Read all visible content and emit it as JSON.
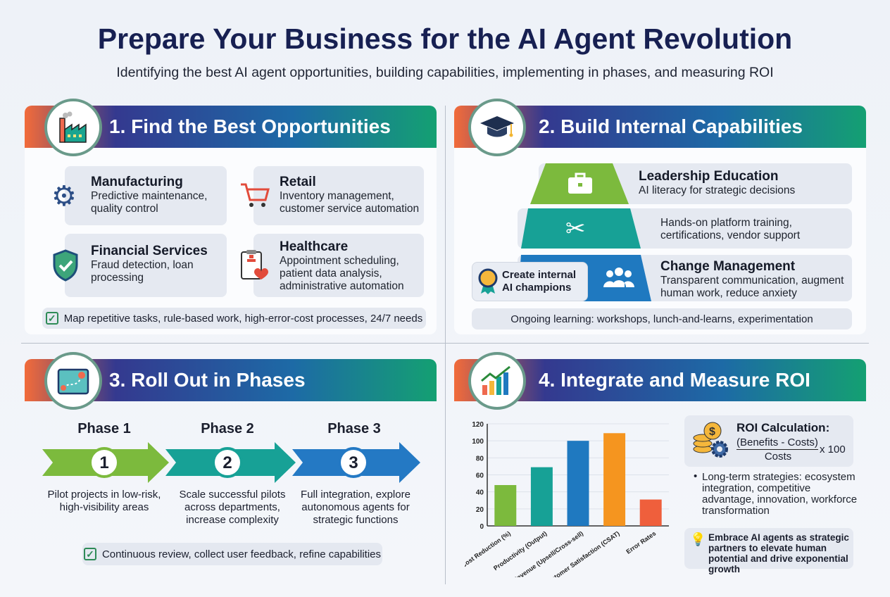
{
  "title": "Prepare Your Business for the AI Agent Revolution",
  "subtitle": "Identifying the best AI agent opportunities, building capabilities, implementing in phases, and measuring ROI",
  "s1": {
    "title": "1. Find the Best Opportunities",
    "icon": "factory-icon",
    "cards": [
      {
        "title": "Manufacturing",
        "desc": "Predictive maintenance, quality control",
        "icon": "gear-icon"
      },
      {
        "title": "Retail",
        "desc": "Inventory management, customer service automation",
        "icon": "shopping-cart-icon"
      },
      {
        "title": "Financial Services",
        "desc": "Fraud detection, loan processing",
        "icon": "shield-check-icon"
      },
      {
        "title": "Healthcare",
        "desc": "Appointment scheduling, patient data analysis, administrative automation",
        "icon": "clipboard-heart-icon"
      }
    ],
    "footer": "Map repetitive tasks, rule-based work, high-error-cost processes, 24/7 needs"
  },
  "s2": {
    "title": "2. Build Internal Capabilities",
    "icon": "graduation-cap-icon",
    "tiers": [
      {
        "title": "Leadership Education",
        "desc": "AI literacy for strategic decisions",
        "color": "#7cba3d"
      },
      {
        "title": "",
        "desc": "Hands-on platform training, certifications, vendor support",
        "color": "#17a196"
      },
      {
        "title": "Change Management",
        "desc": "Transparent communication, augment human work, reduce anxiety",
        "color": "#1f79c0"
      }
    ],
    "champions": "Create internal AI champions",
    "footer": "Ongoing learning: workshops, lunch-and-learns, experimentation"
  },
  "s3": {
    "title": "3. Roll Out in Phases",
    "icon": "map-route-icon",
    "phases": [
      {
        "label": "Phase 1",
        "num": "1",
        "desc": "Pilot projects in low-risk, high-visibility areas",
        "color": "#7cba3d"
      },
      {
        "label": "Phase 2",
        "num": "2",
        "desc": "Scale successful pilots across departments, increase complexity",
        "color": "#17a196"
      },
      {
        "label": "Phase 3",
        "num": "3",
        "desc": "Full integration, explore autonomous agents for strategic functions",
        "color": "#2479c4"
      }
    ],
    "footer": "Continuous review, collect user feedback, refine capabilities"
  },
  "s4": {
    "title": "4. Integrate and Measure ROI",
    "icon": "growth-chart-icon",
    "roi_title": "ROI Calculation:",
    "roi_num": "(Benefits - Costs)",
    "roi_den": "Costs",
    "roi_mult": "x 100",
    "bullet": "Long-term strategies: ecosystem integration, competitive advantage, innovation, workforce transformation",
    "tip": "Embrace AI agents as strategic partners to elevate human potential and drive exponential growth"
  },
  "chart_data": {
    "type": "bar",
    "categories": [
      "Cost Reduction (%)",
      "Productivity (Output)",
      "Revenue (Upsell/Cross-sell)",
      "Customer Satisfaction (CSAT)",
      "Error Rates"
    ],
    "values": [
      48,
      69,
      100,
      109,
      31
    ],
    "colors": [
      "#7cba3d",
      "#17a196",
      "#1f79c0",
      "#f5951f",
      "#ef5f3c"
    ],
    "ylim": [
      0,
      120
    ],
    "yticks": [
      0,
      20,
      40,
      60,
      80,
      100,
      120
    ],
    "grid": true,
    "title": "",
    "xlabel": "",
    "ylabel": ""
  }
}
